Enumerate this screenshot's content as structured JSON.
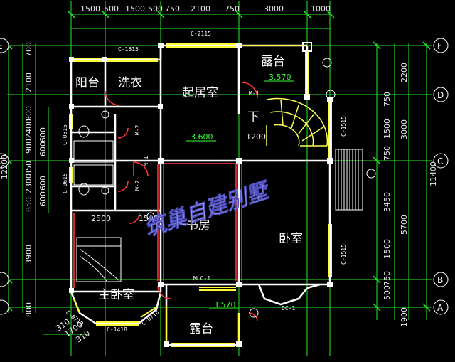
{
  "top_dimensions": [
    "1500",
    "500",
    "1500",
    "500",
    "750",
    "2100",
    "750",
    "3000",
    "1000"
  ],
  "left_dimensions_outer": [
    "12200",
    "3900",
    "800"
  ],
  "left_dimensions_inner": [
    "700",
    "2100",
    "900",
    "2400",
    "900",
    "850",
    "2300",
    "850"
  ],
  "left_dimensions_small": [
    "600",
    "600",
    "600",
    "600"
  ],
  "right_dimensions_outer": [
    "11400"
  ],
  "right_dimensions_mid": [
    "2200",
    "3000",
    "5700",
    "1900"
  ],
  "right_dimensions_inner": [
    "750",
    "1500",
    "750",
    "3450",
    "1500",
    "750",
    "500"
  ],
  "bottom_dimensions": [
    "310",
    "1700",
    "310"
  ],
  "grid_labels": [
    "F",
    "E",
    "D",
    "C",
    "B",
    "A"
  ],
  "rooms": {
    "balcony_top": "露台",
    "balcony_left": "阳台",
    "laundry": "洗衣",
    "living": "起居室",
    "down": "下",
    "study": "书房",
    "bedroom": "卧室",
    "master_bedroom": "主卧室",
    "balcony_bottom": "露台"
  },
  "tags": {
    "c2115": "C-2115",
    "c1515_top": "C-1515",
    "m1_top": "M-1",
    "c0615": "C-0615",
    "c0615b": "C-0615",
    "m2_a": "M-2",
    "m2_b": "M-2",
    "m1_mid": "M-1",
    "m1_bottom": "MLC-1",
    "c1515_right": "C-1515",
    "c1515_right2": "C-1515",
    "c0718_left": "C-0718",
    "c1418": "C-1418",
    "c0718_right": "C-0718",
    "dc1": "DC-1",
    "dim_2500": "2500",
    "dim_1500": "1500",
    "dim_1200": "1200"
  },
  "elevations": {
    "top": "3.570",
    "mid": "3.600",
    "bottom": "3.570"
  },
  "watermark": "筑巢自建别墅",
  "colors": {
    "grid": "#22ee22",
    "wall": "#ffffff",
    "window": "#ffff00",
    "door": "#ff3333",
    "dim": "#e8e8e8"
  }
}
